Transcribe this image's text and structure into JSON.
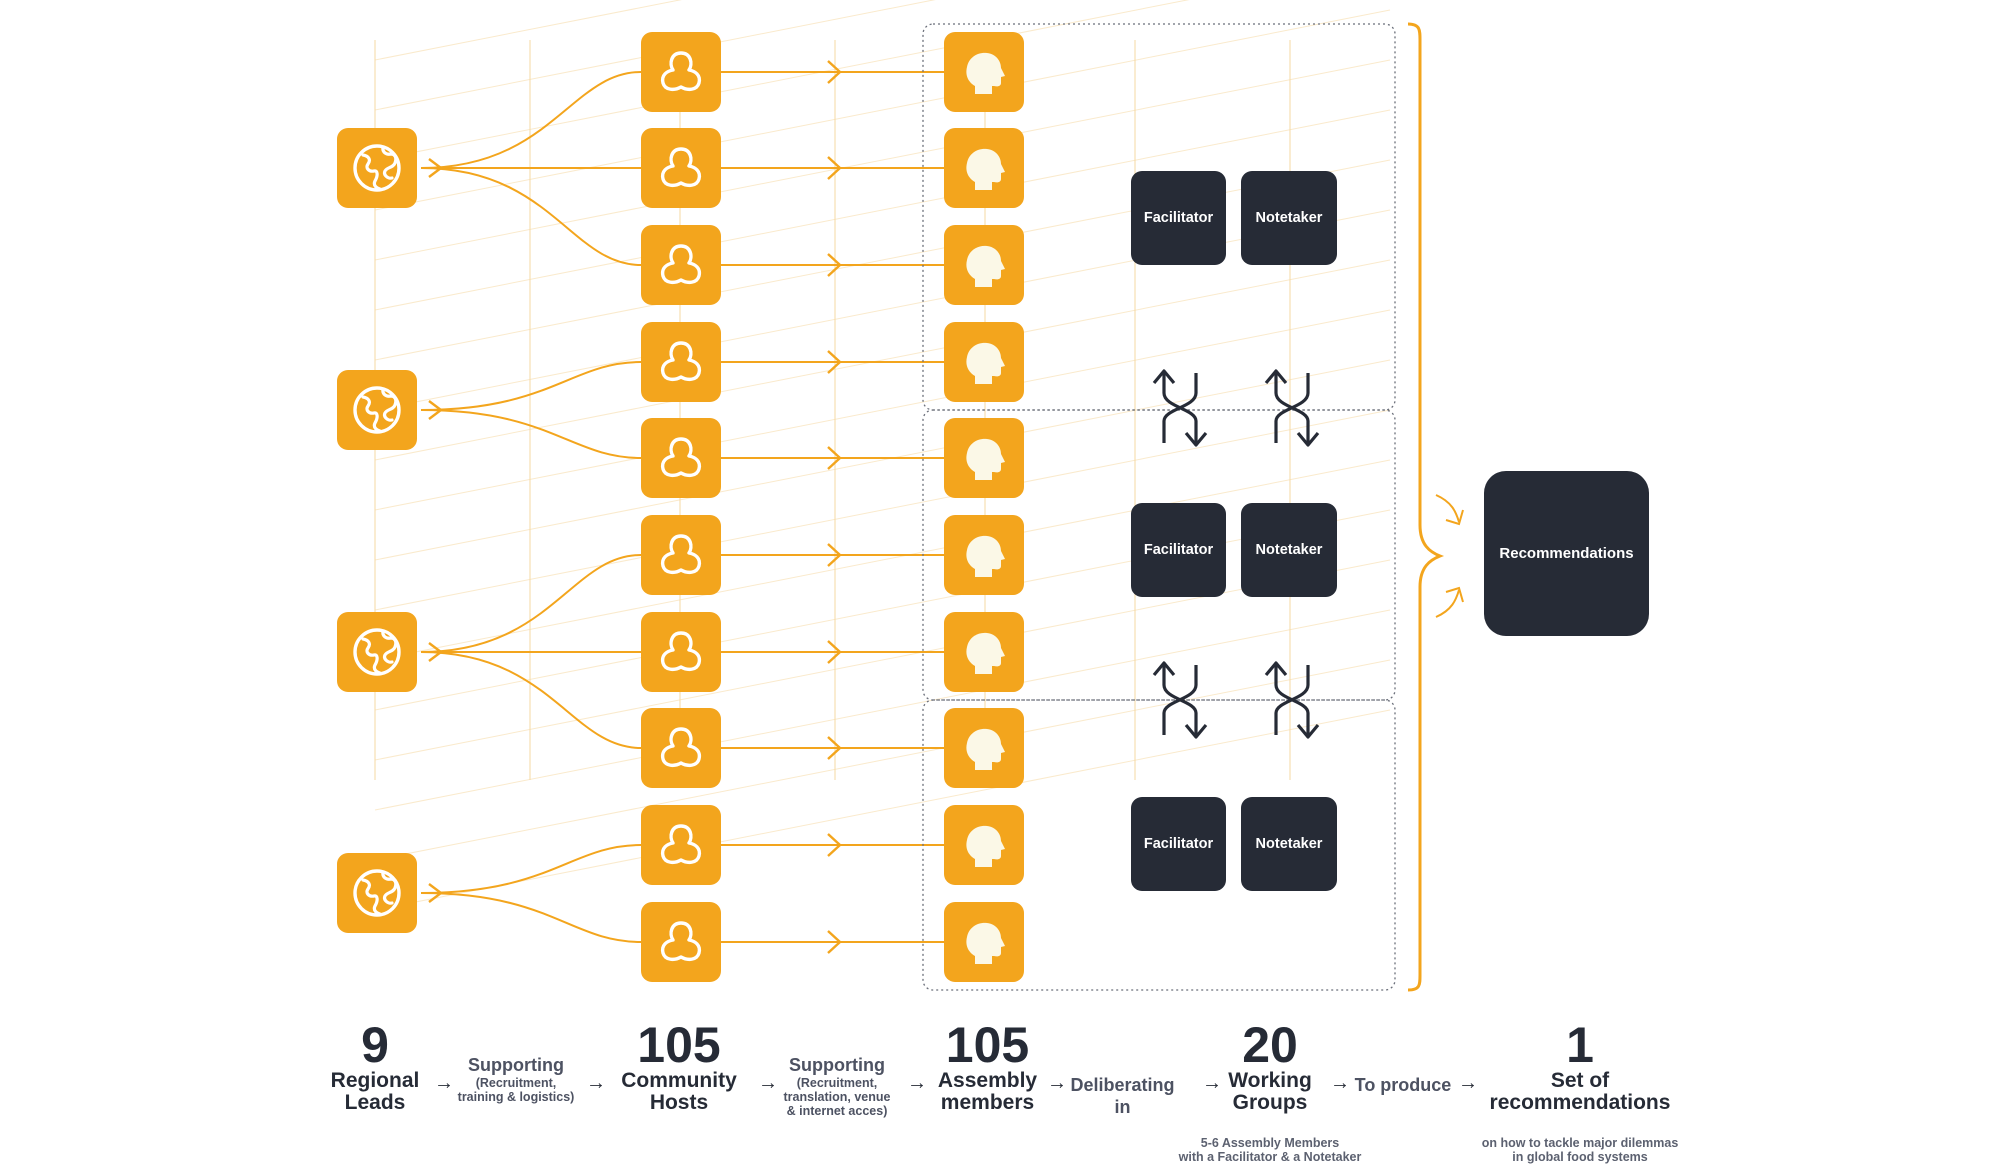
{
  "colors": {
    "orange": "#f3a51d",
    "dark": "#262b36",
    "grid": "#f6d9a3",
    "text": "#262b36",
    "muted": "#5c6170"
  },
  "icons": {
    "regional": "globe-icon",
    "host": "trefoil-icon",
    "member": "head-profile-icon",
    "exchange": "crossing-arrows-icon"
  },
  "stages": [
    {
      "number": "9",
      "label_lines": [
        "Regional",
        "Leads"
      ],
      "note_lines": []
    },
    {
      "number": "105",
      "label_lines": [
        "Community",
        "Hosts"
      ],
      "note_lines": []
    },
    {
      "number": "105",
      "label_lines": [
        "Assembly",
        "members"
      ],
      "note_lines": []
    },
    {
      "number": "20",
      "label_lines": [
        "Working",
        "Groups"
      ],
      "note_lines": [
        "5-6 Assembly Members",
        "with a Facilitator & a Notetaker"
      ]
    },
    {
      "number": "1",
      "label_lines": [
        "Set of",
        "recommendations"
      ],
      "note_lines": [
        "on how to tackle major dilemmas",
        "in global food systems"
      ]
    }
  ],
  "connectors": [
    {
      "title": "Supporting",
      "sub_lines": [
        "(Recruitment,",
        "training & logistics)"
      ]
    },
    {
      "title": "Supporting",
      "sub_lines": [
        "(Recruitment,",
        "translation, venue",
        "& internet acces)"
      ]
    },
    {
      "title": "Deliberating in",
      "sub_lines": []
    },
    {
      "title": "To produce",
      "sub_lines": []
    }
  ],
  "arrow_glyph": "→",
  "groups": [
    {
      "facilitator": "Facilitator",
      "notetaker": "Notetaker"
    },
    {
      "facilitator": "Facilitator",
      "notetaker": "Notetaker"
    },
    {
      "facilitator": "Facilitator",
      "notetaker": "Notetaker"
    }
  ],
  "output_label": "Recommendations"
}
